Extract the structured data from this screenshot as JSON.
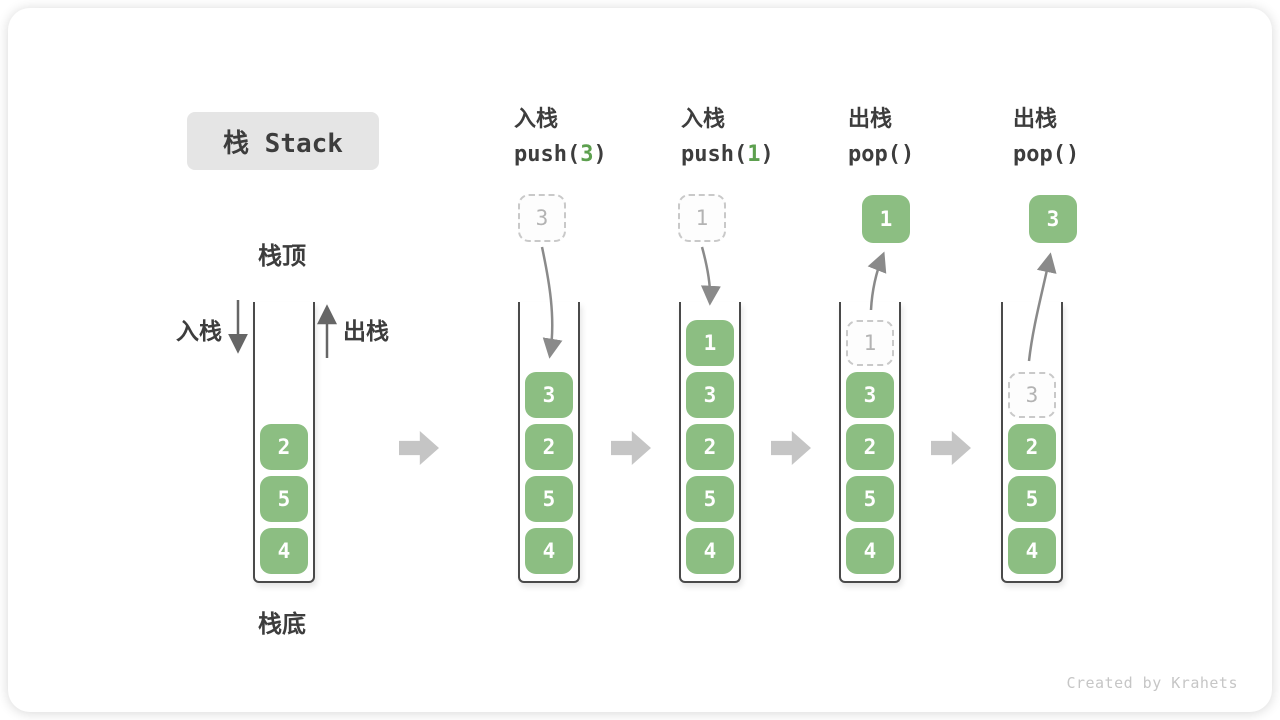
{
  "title": "栈 Stack",
  "side_labels": {
    "top": "栈顶",
    "bottom": "栈底",
    "push": "入栈",
    "pop": "出栈"
  },
  "operations": [
    {
      "name": "入栈",
      "code_pre": "push(",
      "code_arg": "3",
      "code_post": ")"
    },
    {
      "name": "入栈",
      "code_pre": "push(",
      "code_arg": "1",
      "code_post": ")"
    },
    {
      "name": "出栈",
      "code_pre": "pop(",
      "code_arg": "",
      "code_post": ")"
    },
    {
      "name": "出栈",
      "code_pre": "pop(",
      "code_arg": "",
      "code_post": ")"
    }
  ],
  "stacks": [
    {
      "floating": null,
      "items": [
        {
          "value": "2",
          "type": "solid"
        },
        {
          "value": "5",
          "type": "solid"
        },
        {
          "value": "4",
          "type": "solid"
        }
      ]
    },
    {
      "floating": {
        "value": "3",
        "type": "dashed"
      },
      "items": [
        {
          "value": "3",
          "type": "solid"
        },
        {
          "value": "2",
          "type": "solid"
        },
        {
          "value": "5",
          "type": "solid"
        },
        {
          "value": "4",
          "type": "solid"
        }
      ]
    },
    {
      "floating": {
        "value": "1",
        "type": "dashed"
      },
      "items": [
        {
          "value": "1",
          "type": "solid"
        },
        {
          "value": "3",
          "type": "solid"
        },
        {
          "value": "2",
          "type": "solid"
        },
        {
          "value": "5",
          "type": "solid"
        },
        {
          "value": "4",
          "type": "solid"
        }
      ]
    },
    {
      "floating": {
        "value": "1",
        "type": "solid"
      },
      "items": [
        {
          "value": "1",
          "type": "dashed"
        },
        {
          "value": "3",
          "type": "solid"
        },
        {
          "value": "2",
          "type": "solid"
        },
        {
          "value": "5",
          "type": "solid"
        },
        {
          "value": "4",
          "type": "solid"
        }
      ]
    },
    {
      "floating": {
        "value": "3",
        "type": "solid"
      },
      "items": [
        {
          "value": "3",
          "type": "dashed"
        },
        {
          "value": "2",
          "type": "solid"
        },
        {
          "value": "5",
          "type": "solid"
        },
        {
          "value": "4",
          "type": "solid"
        }
      ]
    }
  ],
  "watermark": "Created by Krahets",
  "colors": {
    "ink": "#3d3d3d",
    "box_green": "#8cbe82",
    "arg_green": "#5da04f",
    "title_bg": "#e5e5e5",
    "dash_border": "#c9c9c9",
    "dash_text": "#b3b3b3",
    "arrow_curve": "#8a8a8a",
    "arrow_straight": "#666666",
    "block_arrow": "#c5c5c5",
    "wall": "#4a4a4a",
    "watermark": "#c6c6c6"
  }
}
